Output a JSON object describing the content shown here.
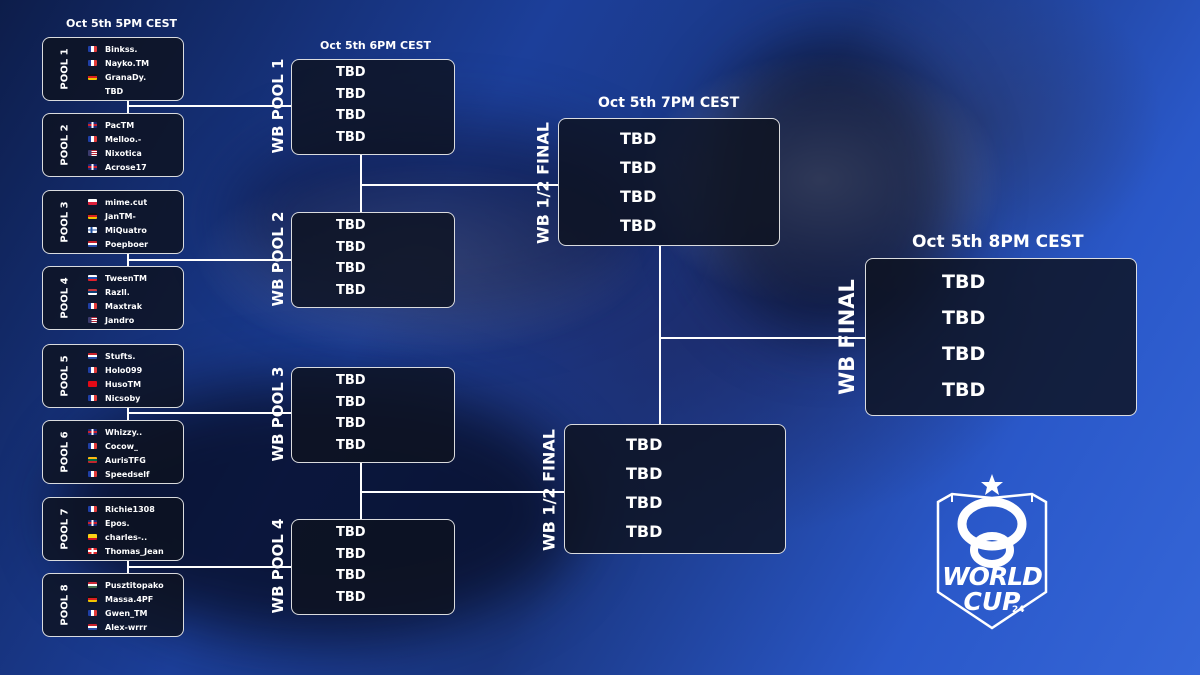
{
  "times": {
    "pools": "Oct 5th 5PM CEST",
    "wb_pools": "Oct 5th 6PM CEST",
    "wb_semis": "Oct 5th 7PM CEST",
    "wb_final": "Oct 5th 8PM CEST"
  },
  "pools": [
    {
      "label": "POOL 1",
      "players": [
        {
          "name": "Binkss.",
          "flag": "fr"
        },
        {
          "name": "Nayko.TM",
          "flag": "fr"
        },
        {
          "name": "GranaDy.",
          "flag": "de"
        },
        {
          "name": "TBD",
          "flag": "none"
        }
      ]
    },
    {
      "label": "POOL 2",
      "players": [
        {
          "name": "PacTM",
          "flag": "gb"
        },
        {
          "name": "Melloo.-",
          "flag": "fr"
        },
        {
          "name": "Nixotica",
          "flag": "us"
        },
        {
          "name": "Acrose17",
          "flag": "gb"
        }
      ]
    },
    {
      "label": "POOL 3",
      "players": [
        {
          "name": "mime.cut",
          "flag": "pl"
        },
        {
          "name": "JanTM-",
          "flag": "de"
        },
        {
          "name": "MiQuatro",
          "flag": "fi"
        },
        {
          "name": "Poepboer",
          "flag": "nl"
        }
      ]
    },
    {
      "label": "POOL 4",
      "players": [
        {
          "name": "TweenTM",
          "flag": "si"
        },
        {
          "name": "Razll.",
          "flag": "rs"
        },
        {
          "name": "Maxtrak",
          "flag": "fr"
        },
        {
          "name": "Jandro",
          "flag": "us"
        }
      ]
    },
    {
      "label": "POOL 5",
      "players": [
        {
          "name": "Stufts.",
          "flag": "nl"
        },
        {
          "name": "Holo099",
          "flag": "fr"
        },
        {
          "name": "HusoTM",
          "flag": "tr"
        },
        {
          "name": "Nicsoby",
          "flag": "fr"
        }
      ]
    },
    {
      "label": "POOL 6",
      "players": [
        {
          "name": "Whizzy..",
          "flag": "gb"
        },
        {
          "name": "Cocow_",
          "flag": "fr"
        },
        {
          "name": "AurisTFG",
          "flag": "lt"
        },
        {
          "name": "Speedself",
          "flag": "fr"
        }
      ]
    },
    {
      "label": "POOL 7",
      "players": [
        {
          "name": "Richie1308",
          "flag": "fr"
        },
        {
          "name": "Epos.",
          "flag": "gb"
        },
        {
          "name": "charles-..",
          "flag": "co"
        },
        {
          "name": "Thomas_Jean",
          "flag": "ch"
        }
      ]
    },
    {
      "label": "POOL 8",
      "players": [
        {
          "name": "Pusztitopako",
          "flag": "hu"
        },
        {
          "name": "Massa.4PF",
          "flag": "de"
        },
        {
          "name": "Gwen_TM",
          "flag": "fr"
        },
        {
          "name": "Alex-wrrr",
          "flag": "nl"
        }
      ]
    }
  ],
  "wb_pools": [
    {
      "label": "WB POOL 1",
      "entries": [
        "TBD",
        "TBD",
        "TBD",
        "TBD"
      ]
    },
    {
      "label": "WB POOL 2",
      "entries": [
        "TBD",
        "TBD",
        "TBD",
        "TBD"
      ]
    },
    {
      "label": "WB POOL 3",
      "entries": [
        "TBD",
        "TBD",
        "TBD",
        "TBD"
      ]
    },
    {
      "label": "WB POOL 4",
      "entries": [
        "TBD",
        "TBD",
        "TBD",
        "TBD"
      ]
    }
  ],
  "wb_semis": [
    {
      "label": "WB 1/2 FINAL",
      "entries": [
        "TBD",
        "TBD",
        "TBD",
        "TBD"
      ]
    },
    {
      "label": "WB 1/2 FINAL",
      "entries": [
        "TBD",
        "TBD",
        "TBD",
        "TBD"
      ]
    }
  ],
  "wb_final": {
    "label": "WB FINAL",
    "entries": [
      "TBD",
      "TBD",
      "TBD",
      "TBD"
    ]
  },
  "logo": {
    "line1": "WORLD",
    "line2": "CUP",
    "year": "24"
  },
  "flag_colors": {
    "fr": [
      "#1f3fa6",
      "#ffffff",
      "#e23a3a"
    ],
    "de": [
      "#111111",
      "#d92020",
      "#f2c400"
    ],
    "nl": [
      "#c8202a",
      "#ffffff",
      "#2a4ea8"
    ],
    "pl": [
      "#ffffff",
      "#ffffff",
      "#dc1f3a"
    ],
    "hu": [
      "#ce2939",
      "#ffffff",
      "#477050"
    ],
    "rs": [
      "#c6363c",
      "#0c4076",
      "#ffffff"
    ],
    "si": [
      "#ffffff",
      "#1f4fb0",
      "#e0202a"
    ],
    "lt": [
      "#fdb913",
      "#006a44",
      "#c1272d"
    ],
    "co": [
      "#fcd116",
      "#fcd116",
      "#ce1126"
    ],
    "tr": [
      "#e30a17",
      "#e30a17",
      "#e30a17"
    ],
    "ch": [
      "#e2252b",
      "#e2252b",
      "#e2252b"
    ],
    "us": [
      "#b22234",
      "#ffffff",
      "#3c3b6e"
    ],
    "gb": [
      "#1d2b78",
      "#cc2030",
      "#ffffff"
    ],
    "fi": [
      "#ffffff",
      "#1d4fa0",
      "#ffffff"
    ],
    "none": [
      "transparent",
      "transparent",
      "transparent"
    ]
  }
}
